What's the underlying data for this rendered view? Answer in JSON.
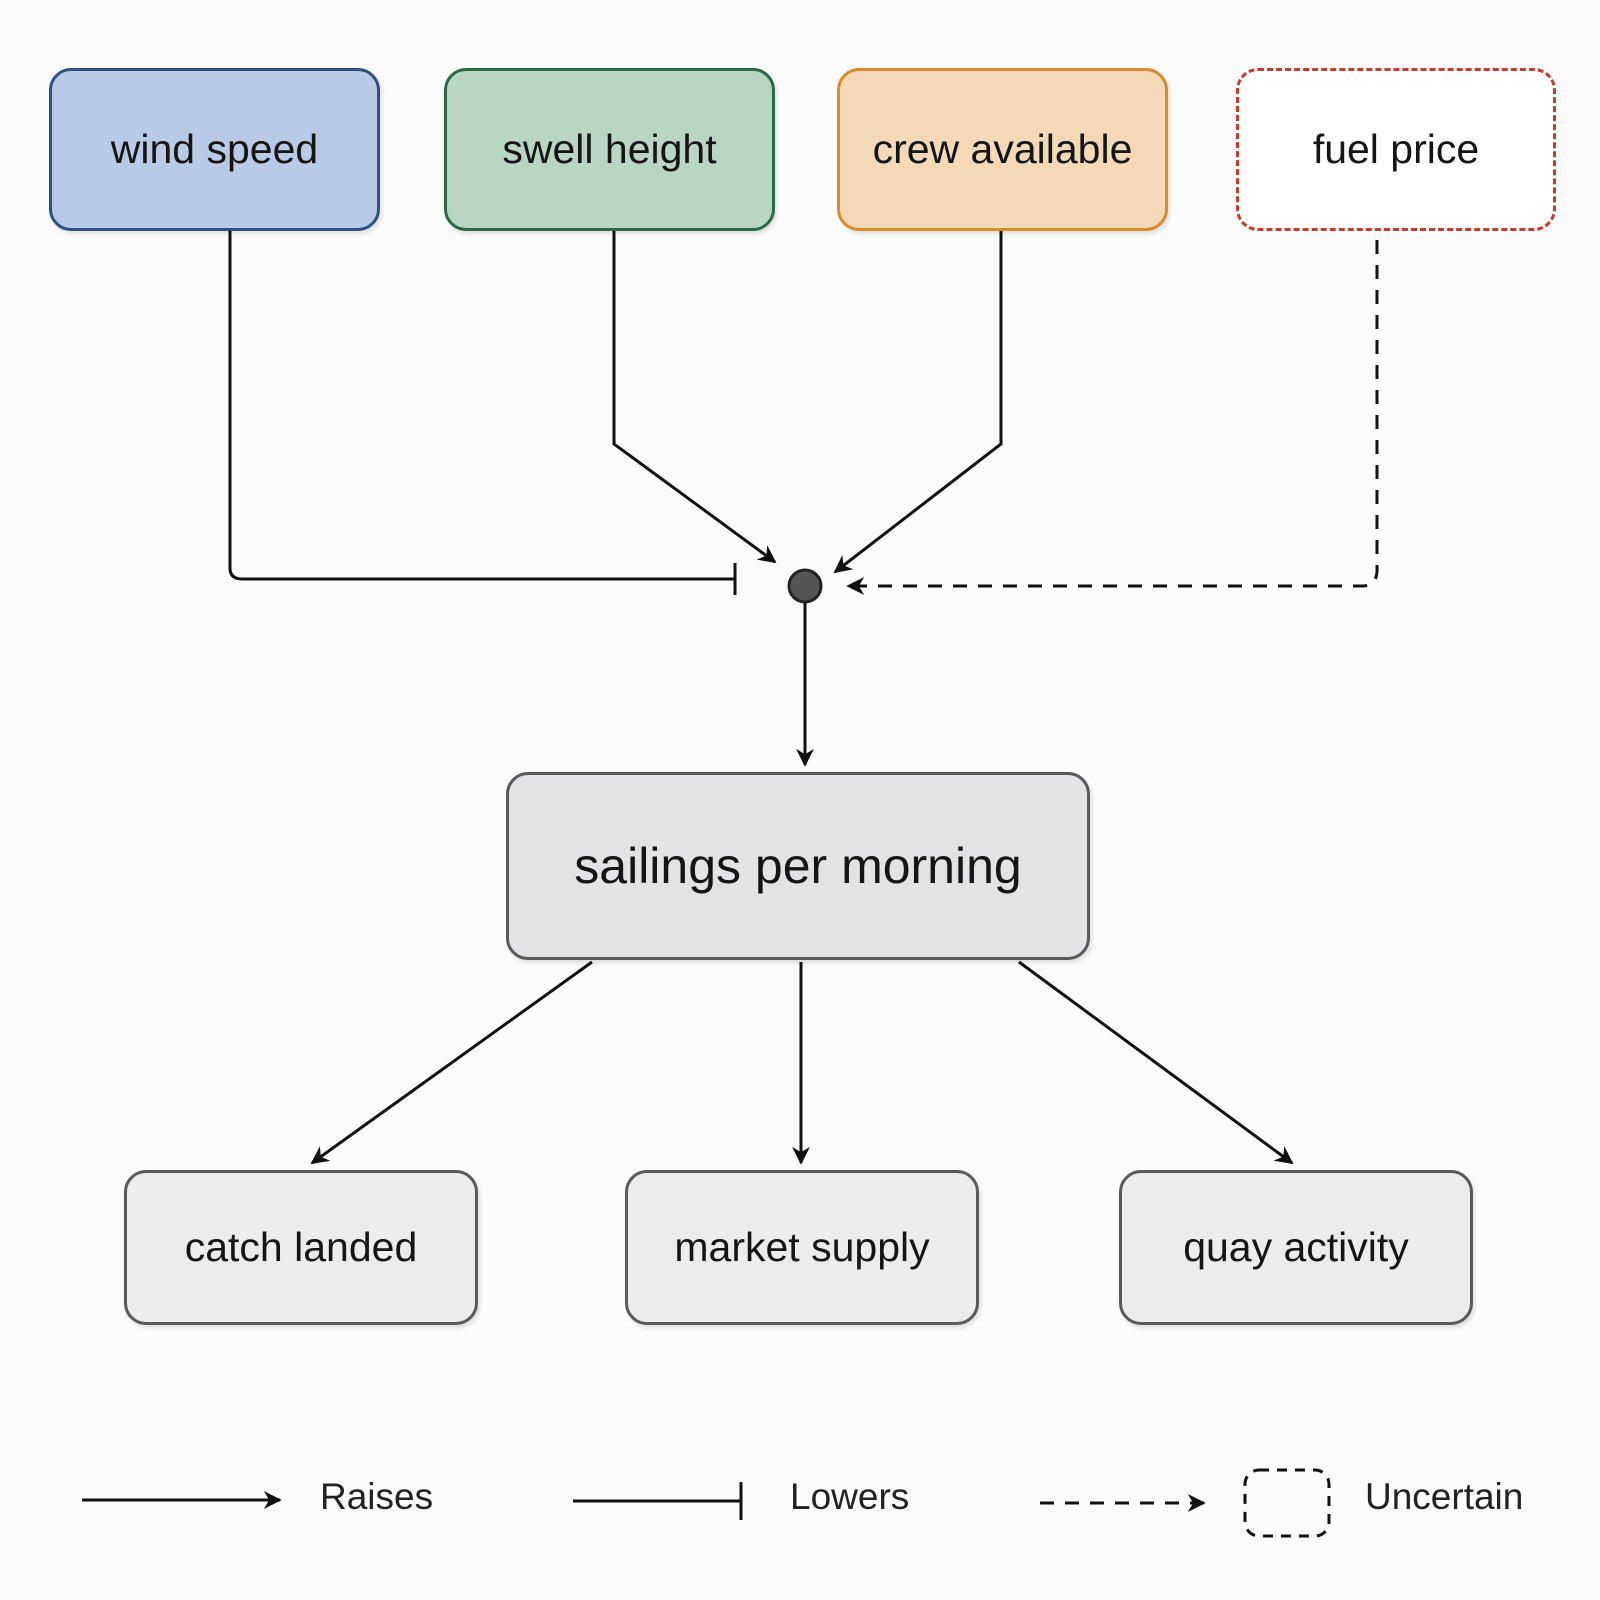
{
  "nodes": {
    "wind_speed": "wind speed",
    "swell_height": "swell height",
    "crew_available": "crew available",
    "fuel_price": "fuel price",
    "sailings_per_morning": "sailings per morning",
    "catch_landed": "catch landed",
    "market_supply": "market supply",
    "quay_activity": "quay activity"
  },
  "edges": [
    {
      "from": "wind speed",
      "to": "sailings per morning",
      "effect": "Lowers"
    },
    {
      "from": "swell height",
      "to": "sailings per morning",
      "effect": "Raises"
    },
    {
      "from": "crew available",
      "to": "sailings per morning",
      "effect": "Raises"
    },
    {
      "from": "fuel price",
      "to": "sailings per morning",
      "effect": "Uncertain"
    },
    {
      "from": "sailings per morning",
      "to": "catch landed",
      "effect": "Raises"
    },
    {
      "from": "sailings per morning",
      "to": "market supply",
      "effect": "Raises"
    },
    {
      "from": "sailings per morning",
      "to": "quay activity",
      "effect": "Raises"
    }
  ],
  "legend": {
    "raises": "Raises",
    "lowers": "Lowers",
    "uncertain": "Uncertain"
  },
  "colors": {
    "wind_fill": "#b7cbe6",
    "wind_border": "#2f5182",
    "swell_fill": "#b9d6c4",
    "swell_border": "#2b6a44",
    "crew_fill": "#f3d9b8",
    "crew_border": "#d68c2c",
    "fuel_border": "#c83a2e",
    "neutral_fill": "#ececec",
    "edge": "#111111"
  }
}
